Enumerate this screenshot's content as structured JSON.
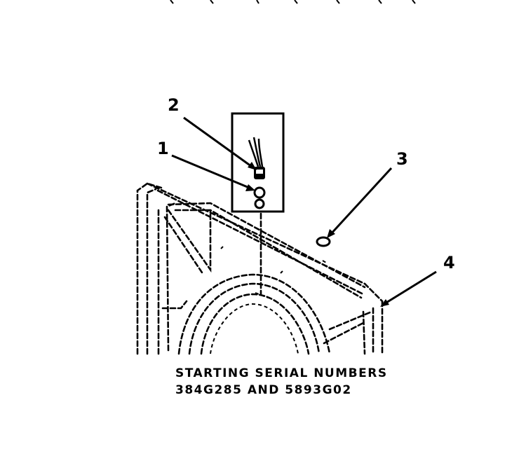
{
  "callouts": [
    {
      "number": "1",
      "part": "bulb"
    },
    {
      "number": "2",
      "part": "lamp socket with wires"
    },
    {
      "number": "3",
      "part": "lens"
    },
    {
      "number": "4",
      "part": "console panel"
    }
  ],
  "caption": {
    "line1": "STARTING SERIAL NUMBERS",
    "line2": "384G285 AND 5893G02"
  }
}
